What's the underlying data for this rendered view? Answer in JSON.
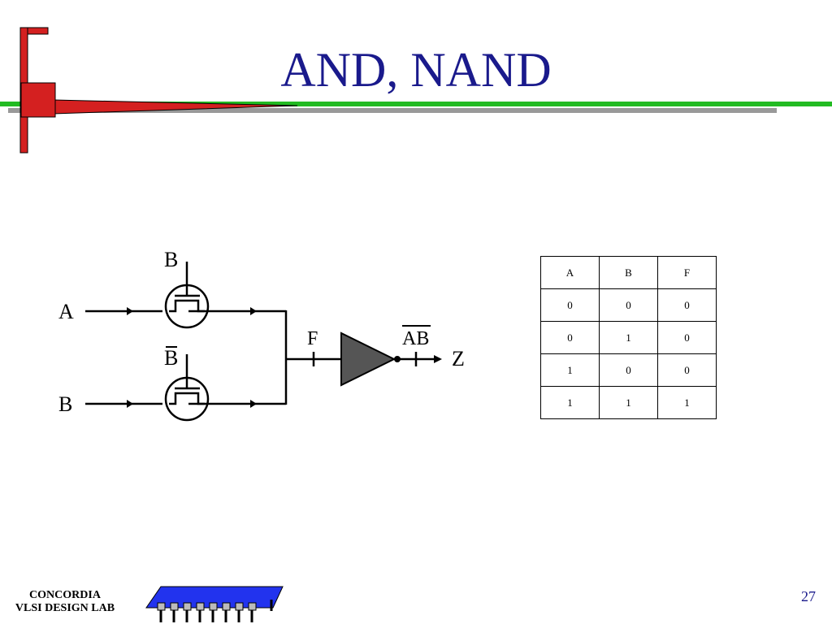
{
  "slide": {
    "title": "AND, NAND",
    "page_number": "27"
  },
  "footer": {
    "line1": "CONCORDIA",
    "line2": "VLSI DESIGN LAB"
  },
  "circuit": {
    "input_a": "A",
    "input_b": "B",
    "gate_top": "B",
    "gate_bottom": "B",
    "node_f": "F",
    "inverter_output": "AB",
    "output_z": "Z"
  },
  "truth_table": {
    "headers": [
      "A",
      "B",
      "F"
    ],
    "rows": [
      [
        "0",
        "0",
        "0"
      ],
      [
        "0",
        "1",
        "0"
      ],
      [
        "1",
        "0",
        "0"
      ],
      [
        "1",
        "1",
        "1"
      ]
    ]
  },
  "colors": {
    "title": "#1a1a8c",
    "accent_red": "#d42020",
    "accent_green": "#22bb22",
    "chip_blue": "#2233ee"
  }
}
